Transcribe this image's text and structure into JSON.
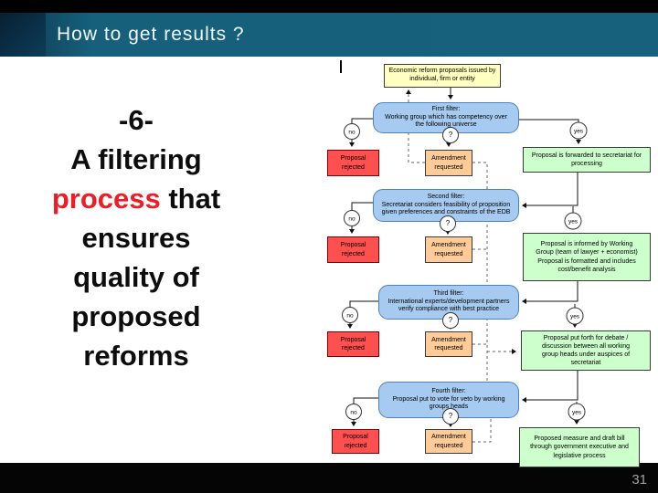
{
  "header": {
    "title": "How to get results ?"
  },
  "left_text": {
    "line1": "-6-",
    "line2": "A filtering",
    "line3_red": "process",
    "line3_rest": " that",
    "line4": "ensures",
    "line5": "quality of",
    "line6": "proposed",
    "line7": "reforms"
  },
  "flowchart": {
    "source_box": "Economic reform proposals issued by\nindividual, firm or entity",
    "filters": [
      "First filter:\nWorking group which has competency over\nthe following universe",
      "Second filter:\nSecretariat considers feasibility of proposition\ngiven preferences and constraints of the EDB",
      "Third filter:\nInternational experts/development partners\nverify compliance with best practice",
      "Fourth filter:\nProposal put to vote for veto by working\ngroups heads"
    ],
    "rejected_label": "Proposal\nrejected",
    "amendment_label": "Amendment\nrequested",
    "outcomes": [
      "Proposal is forwarded to secretariat for\nprocessing",
      "Proposal is informed by Working\nGroup (team of lawyer + economist)\nProposal is formatted and includes\ncost/benefit analysis",
      "Proposal put forth for debate /\ndiscussion between all working\ngroup heads under auspices of\nsecretariat",
      "Proposed measure and draft bill\nthrough government executive and\nlegislative process"
    ],
    "labels": {
      "no": "no",
      "yes": "yes",
      "question": "?"
    }
  },
  "footer": {
    "page_number": "31"
  },
  "colors": {
    "header_bg": "#16607c",
    "header_left_block": "#0b3048",
    "source_fill": "#ffffc0",
    "filter_fill": "#a6caf0",
    "filter_border": "#4f81bd",
    "rejected_fill": "#ff5050",
    "rejected_border": "#7f0000",
    "amendment_fill": "#ffcc99",
    "outcome_fill": "#ccffcc",
    "accent_text": "#ee1c25",
    "footer_bg": "#000000",
    "page_number_color": "#a0a0a0"
  }
}
